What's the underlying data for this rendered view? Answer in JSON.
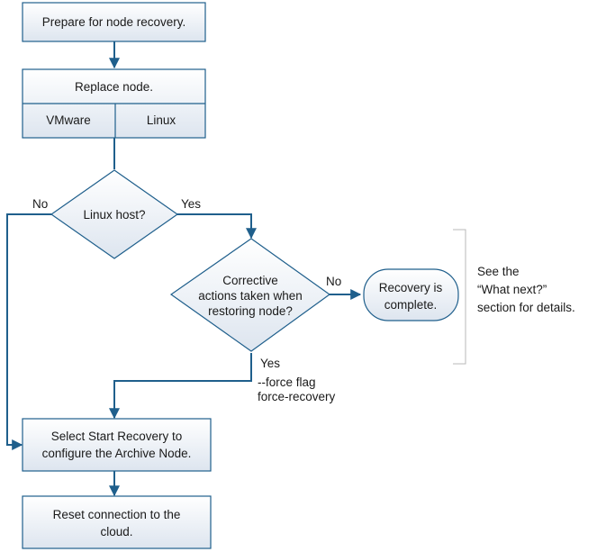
{
  "diagram": {
    "prepare": "Prepare for node recovery.",
    "replace": "Replace node.",
    "vmware": "VMware",
    "linux": "Linux",
    "linux_host_q": "Linux host?",
    "no_left": "No",
    "yes_right": "Yes",
    "corrective_line1": "Corrective",
    "corrective_line2": "actions taken when",
    "corrective_line3": "restoring node?",
    "no_right": "No",
    "recovery_line1": "Recovery is",
    "recovery_line2": "complete.",
    "see_line1": "See the",
    "see_line2": "“What next?”",
    "see_line3": "section for details.",
    "yes_down": "Yes",
    "flag_line1": "--force flag",
    "flag_line2": "force-recovery",
    "select_line1": "Select Start Recovery to",
    "select_line2": "configure the Archive Node.",
    "reset_line1": "Reset connection to the",
    "reset_line2": "cloud."
  },
  "colors": {
    "line": "#1f5f8c",
    "box_top": "#ffffff",
    "box_bottom": "#dde5ef",
    "bracket": "#b8b8b8"
  }
}
